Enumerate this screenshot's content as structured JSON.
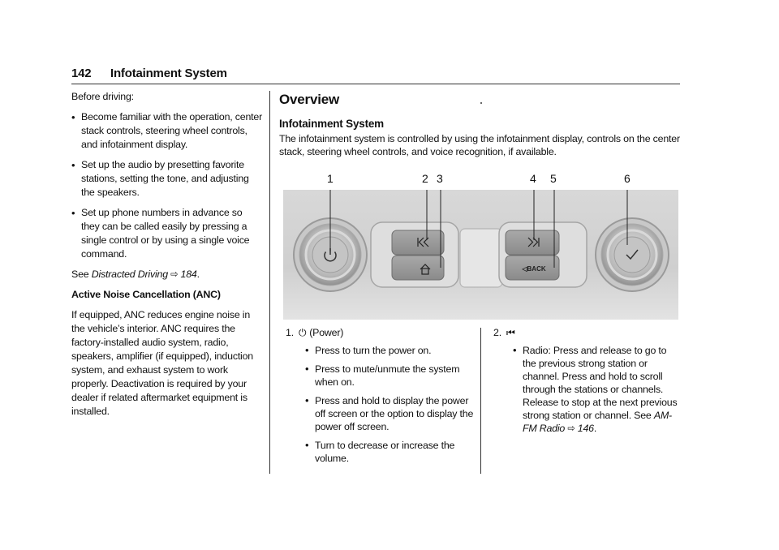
{
  "header": {
    "page_number": "142",
    "section_title": "Infotainment System"
  },
  "left": {
    "before_driving": "Before driving:",
    "bullets": [
      "Become familiar with the operation, center stack controls, steering wheel controls, and infotainment display.",
      "Set up the audio by presetting favorite stations, setting the tone, and adjusting the speakers.",
      "Set up phone numbers in advance so they can be called easily by pressing a single control or by using a single voice command."
    ],
    "see_prefix": "See",
    "see_link": "Distracted Driving",
    "see_arrow": "⇨",
    "see_page": "184",
    "see_suffix": ".",
    "anc_heading": "Active Noise Cancellation (ANC)",
    "anc_text": "If equipped, ANC reduces engine noise in the vehicle’s interior. ANC requires the factory-installed audio system, radio, speakers, amplifier (if equipped), induction system, and exhaust system to work properly. Deactivation is required by your dealer if related aftermarket equipment is installed."
  },
  "overview": {
    "title": "Overview",
    "subtitle": "Infotainment System",
    "intro": "The infotainment system is controlled by using the infotainment display, controls on the center stack, steering wheel controls, and voice recognition, if available."
  },
  "figure": {
    "callouts": [
      "1",
      "2",
      "3",
      "4",
      "5",
      "6"
    ],
    "back_label": "◁BACK"
  },
  "items": {
    "item1": {
      "number": "1.",
      "glyph": "⏻",
      "label": "(Power)",
      "bullets": [
        "Press to turn the power on.",
        "Press to mute/unmute the system when on.",
        "Press and hold to display the power off screen or the option to display the power off screen.",
        "Turn to decrease or increase the volume."
      ]
    },
    "item2": {
      "number": "2.",
      "glyph": "⏮",
      "bullet_text": "Radio: Press and release to go to the previous strong station or channel. Press and hold to scroll through the stations or channels. Release to stop at the next previous strong station or channel. See",
      "see_link": "AM-FM Radio",
      "see_arrow": "⇨",
      "see_page": "146",
      "see_suffix": "."
    }
  }
}
